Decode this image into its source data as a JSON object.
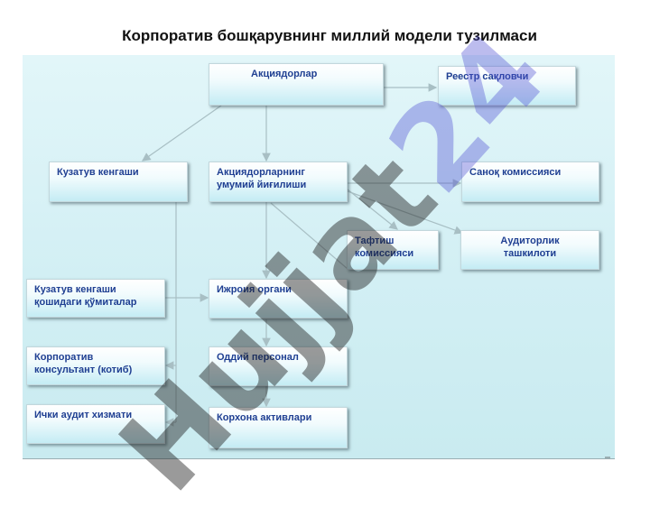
{
  "title": "Корпоратив бошқарувнинг миллий модели тузилмаси",
  "boxes": {
    "shareholders": "Акциядорлар",
    "registrar": "Реестр сақловчи",
    "supervisory_board": "Кузатув кенгаши",
    "general_meeting": "Акциядорларнинг\nумумий йиғилиши",
    "counting_commission": "Саноқ комиссияси",
    "audit_commission": "Тафтиш\nкомиссияси",
    "audit_organization": "Аудиторлик\nташкилоти",
    "board_committees": "Кузатув кенгаши\nқошидаги қўмиталар",
    "executive_body": "Ижроия органи",
    "corporate_consultant": "Корпоратив\nконсультант (котиб)",
    "ordinary_staff": "Оддий персонал",
    "internal_audit": "Ички аудит хизмати",
    "company_assets": "Корхона активлари"
  },
  "watermark": {
    "text_a": "Hujjat",
    "text_b": "24",
    "color": "#5a5ad2"
  },
  "colors": {
    "box_text": "#1f3f92",
    "connector": "#a8bfc4",
    "panel": "#d2eff4"
  }
}
